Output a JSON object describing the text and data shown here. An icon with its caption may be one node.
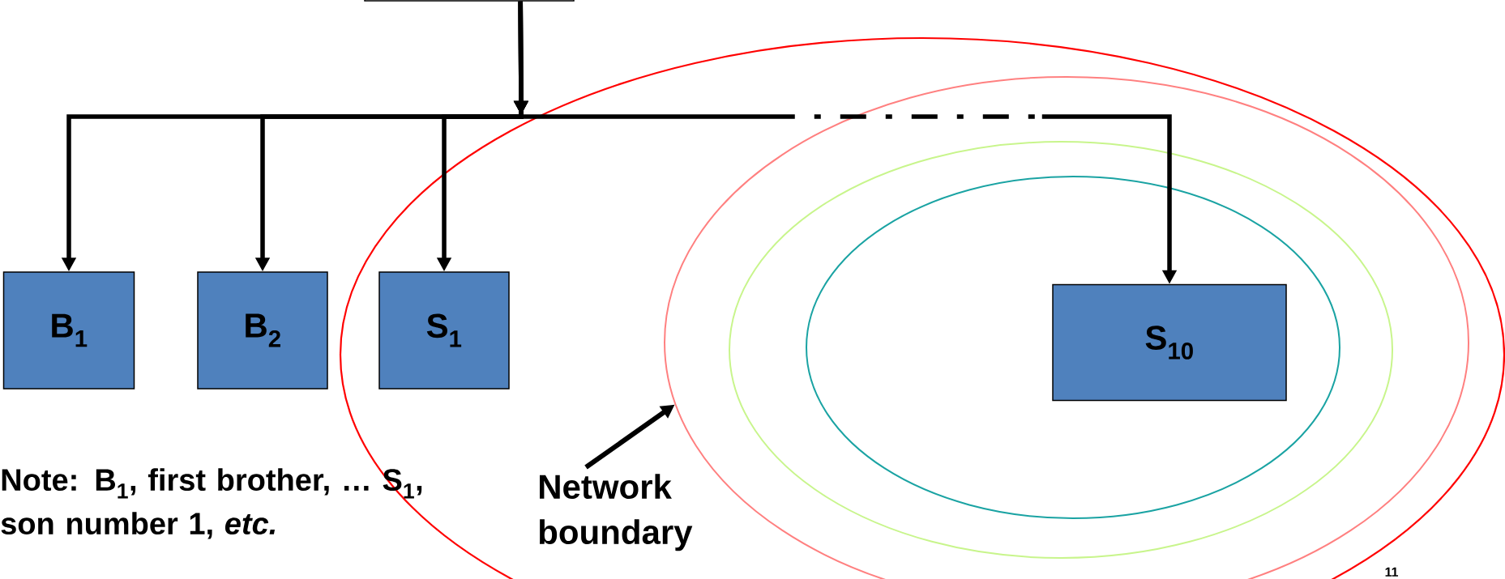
{
  "diagram": {
    "nodes": [
      {
        "text": [],
        "shape": "box"
      },
      {
        "text": [
          "B$_{1}$"
        ]
      },
      {
        "text": [
          "B$_{2}$"
        ]
      },
      {
        "text": [
          "S$_{1}$"
        ]
      },
      {
        "text": [],
        "shape": "ellipse"
      },
      {
        "text": [
          "S$_{10}$"
        ],
        "in": 4
      },
      {
        "text": [
          "Network boundary"
        ]
      }
    ],
    "edges": [
      {
        "from": 0,
        "to": 1,
        "arrow": "to"
      },
      {
        "from": 0,
        "to": 2,
        "arrow": "to"
      },
      {
        "from": 0,
        "to": 3,
        "arrow": "to"
      },
      {
        "from": 0,
        "to": 5,
        "arrow": "to",
        "style": "dashed"
      },
      {
        "from": 6,
        "to": 4,
        "arrow": "to"
      }
    ],
    "labels": [
      "Note: B$_{1}$, first brother, … S$_{1}$, son number 1, *etc.*",
      "11"
    ]
  }
}
